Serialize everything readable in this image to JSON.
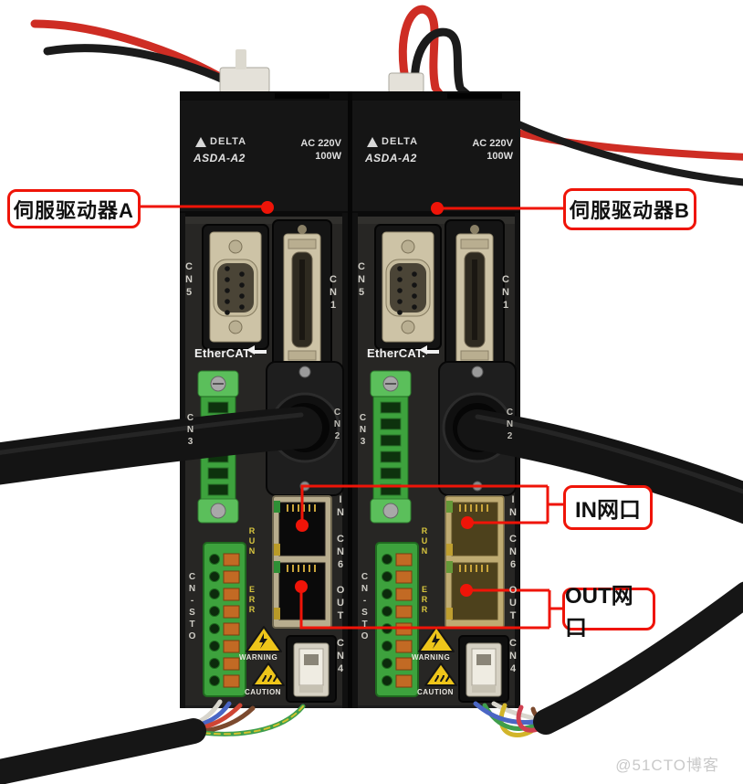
{
  "callouts": {
    "driver_a": "伺服驱动器A",
    "driver_b": "伺服驱动器B",
    "in_port": "IN网口",
    "out_port": "OUT网口"
  },
  "watermark": "@51CTO博客",
  "device_labels": {
    "brand": "DELTA",
    "model": "ASDA-A2",
    "power_voltage": "AC 220V",
    "power_rating": "100W",
    "cn5": "CN5",
    "cn1": "CN1",
    "ethercat": "EtherCAT.",
    "cn2": "CN2",
    "cn3": "CN3",
    "run": "RUN",
    "err": "ERR",
    "port_in": "IN",
    "cn6": "CN6",
    "port_out": "OUT",
    "cn_sto": "CN-STO",
    "warning": "WARNING",
    "caution": "CAUTION",
    "cn4": "CN4"
  },
  "colors": {
    "callout_red": "#ef1408",
    "device_body": "#1c1c1c",
    "terminal_green": "#3da23d",
    "warning_yellow": "#eec51a",
    "rj45_bezel_a": "#b8ad8e",
    "rj45_bezel_b": "#d9bd55"
  }
}
